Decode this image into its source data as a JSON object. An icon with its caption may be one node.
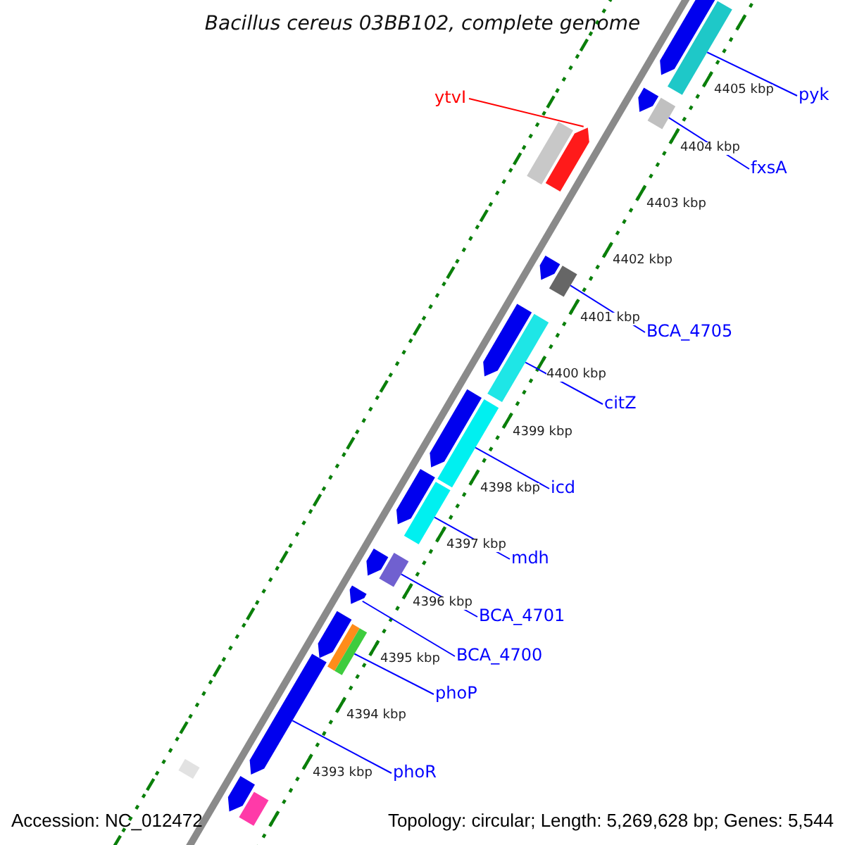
{
  "diagram": {
    "title": "Bacillus cereus 03BB102, complete genome",
    "nodes": [
      {
        "text": [
          "ytvI"
        ]
      },
      {
        "text": [
          "pyk"
        ]
      },
      {
        "text": [
          "fxsA"
        ]
      },
      {
        "text": [
          "BCA_4705"
        ]
      },
      {
        "text": [
          "citZ"
        ]
      },
      {
        "text": [
          "icd"
        ]
      },
      {
        "text": [
          "mdh"
        ]
      },
      {
        "text": [
          "BCA_4701"
        ]
      },
      {
        "text": [
          "BCA_4700"
        ]
      },
      {
        "text": [
          "phoP"
        ]
      },
      {
        "text": [
          "phoR"
        ]
      },
      {
        "text": [],
        "shape": "arrow"
      },
      {
        "text": [],
        "shape": "box"
      },
      {
        "text": [],
        "shape": "arrow"
      },
      {
        "text": [],
        "shape": "box"
      },
      {
        "text": [],
        "shape": "box"
      },
      {
        "text": [],
        "shape": "arrow"
      },
      {
        "text": [],
        "shape": "arrow"
      },
      {
        "text": [],
        "shape": "box"
      },
      {
        "text": [],
        "shape": "arrow"
      },
      {
        "text": [],
        "shape": "box"
      },
      {
        "text": [],
        "shape": "arrow"
      },
      {
        "text": [],
        "shape": "box"
      },
      {
        "text": [],
        "shape": "arrow"
      },
      {
        "text": [],
        "shape": "box"
      },
      {
        "text": [],
        "shape": "arrow"
      },
      {
        "text": [],
        "shape": "box"
      },
      {
        "text": [],
        "shape": "arrow"
      },
      {
        "text": [],
        "shape": "arrow"
      },
      {
        "text": [],
        "shape": "box"
      },
      {
        "text": [],
        "shape": "box"
      },
      {
        "text": [],
        "shape": "arrow"
      },
      {
        "text": [],
        "shape": "arrow"
      },
      {
        "text": [],
        "shape": "box"
      },
      {
        "text": [],
        "shape": "box"
      }
    ],
    "edges": [
      {
        "from": 0,
        "to": 16,
        "arrow": "none",
        "color": "#ff0000"
      },
      {
        "from": 1,
        "to": 12,
        "arrow": "none"
      },
      {
        "from": 2,
        "to": 14,
        "arrow": "none"
      },
      {
        "from": 3,
        "to": 18,
        "arrow": "none"
      },
      {
        "from": 4,
        "to": 20,
        "arrow": "none"
      },
      {
        "from": 5,
        "to": 22,
        "arrow": "none"
      },
      {
        "from": 6,
        "to": 24,
        "arrow": "none"
      },
      {
        "from": 7,
        "to": 26,
        "arrow": "none"
      },
      {
        "from": 8,
        "to": 27,
        "arrow": "none"
      },
      {
        "from": 9,
        "to": 30,
        "arrow": "none"
      },
      {
        "from": 10,
        "to": 31,
        "arrow": "none"
      }
    ],
    "labels": [
      "4405 kbp",
      "4404 kbp",
      "4403 kbp",
      "4402 kbp",
      "4401 kbp",
      "4400 kbp",
      "4399 kbp",
      "4398 kbp",
      "4397 kbp",
      "4396 kbp",
      "4395 kbp",
      "4394 kbp",
      "4393 kbp",
      "Accession: NC_012472",
      "Topology: circular; Length: 5,269,628 bp; Genes: 5,544"
    ]
  }
}
